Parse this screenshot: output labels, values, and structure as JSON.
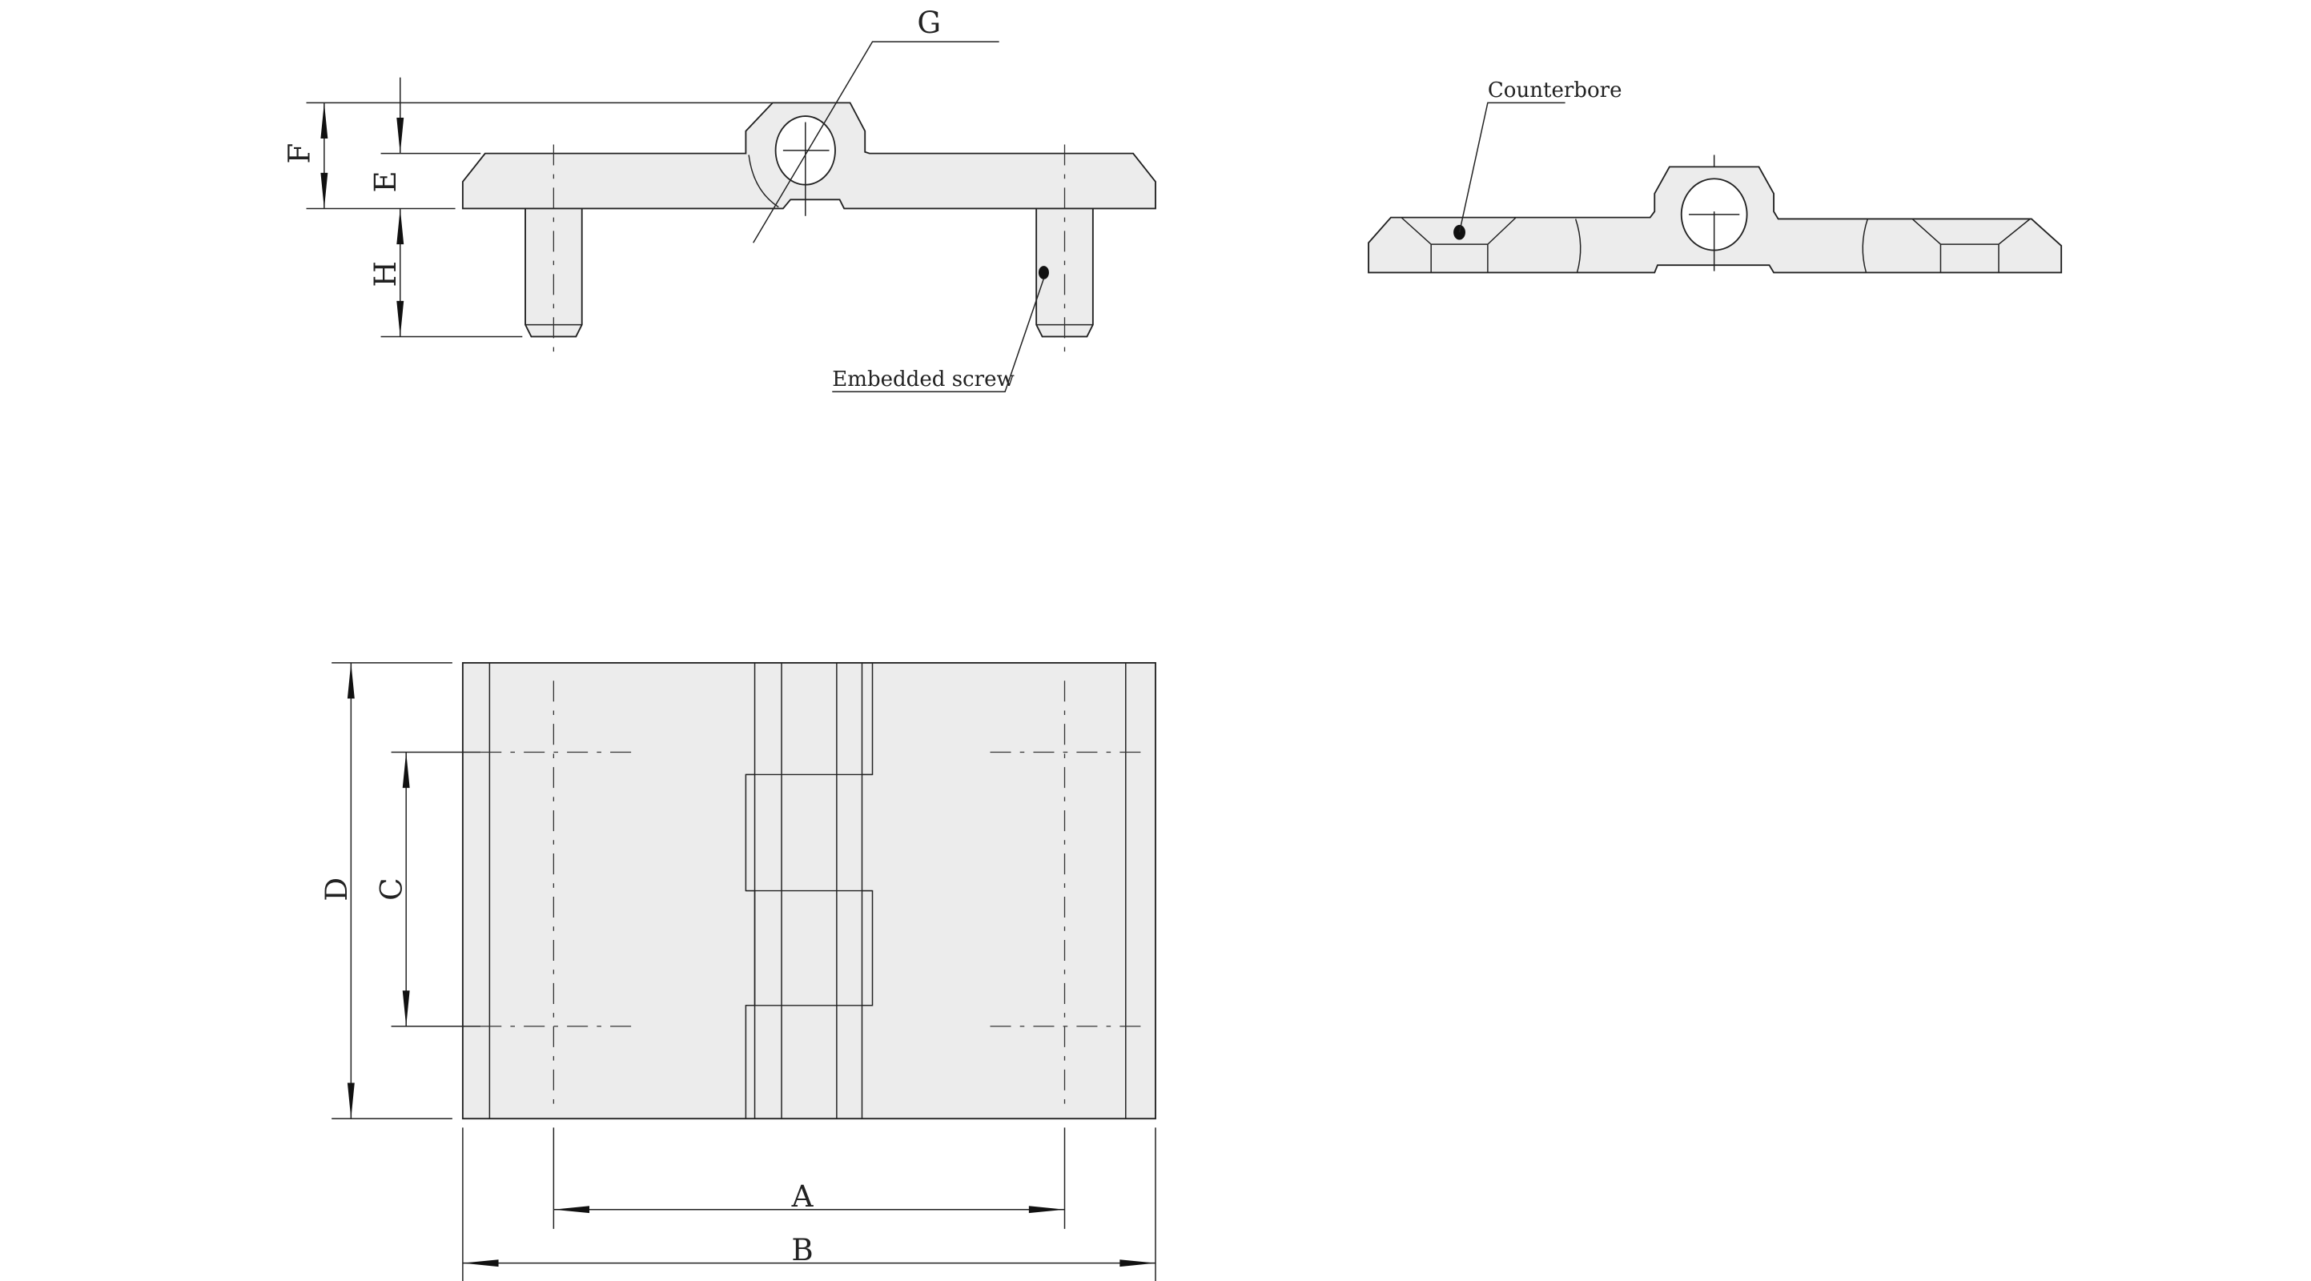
{
  "labels": {
    "A": "A",
    "B": "B",
    "C": "C",
    "D": "D",
    "E": "E",
    "F": "F",
    "G": "G",
    "H": "H"
  },
  "notes": {
    "embedded_screw": "Embedded screw",
    "counterbore": "Counterbore"
  },
  "colors": {
    "part_fill": "#ececec",
    "line": "#222222"
  }
}
